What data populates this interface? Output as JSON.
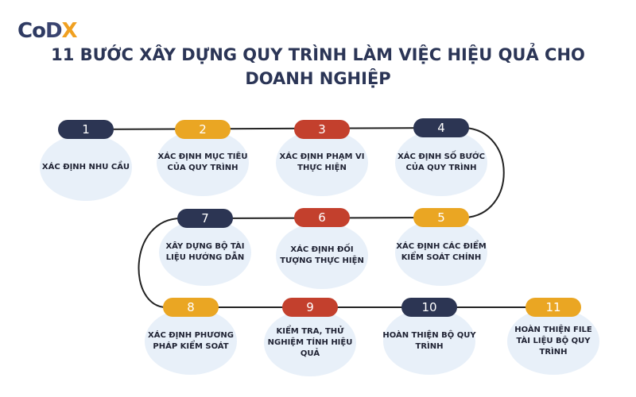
{
  "brand": {
    "logo_part1": "Co",
    "logo_part2": "D",
    "logo_part3": "X"
  },
  "title": {
    "line1": "11 BƯỚC XÂY DỰNG QUY TRÌNH LÀM VIỆC HIỆU QUẢ CHO",
    "line2": "DOANH NGHIỆP"
  },
  "colors": {
    "navy": "#2c3553",
    "amber": "#eaa623",
    "red": "#c3402d",
    "bubble": "#e8f0f9",
    "line": "#222222",
    "title": "#2b3556"
  },
  "steps": [
    {
      "num": "1",
      "color": "navy",
      "text": "XÁC ĐỊNH NHU CẦU"
    },
    {
      "num": "2",
      "color": "amber",
      "text": "XÁC ĐỊNH MỤC TIÊU CỦA QUY TRÌNH"
    },
    {
      "num": "3",
      "color": "red",
      "text": "XÁC ĐỊNH PHẠM VI THỰC HIỆN"
    },
    {
      "num": "4",
      "color": "navy",
      "text": "XÁC ĐỊNH SỐ BƯỚC CỦA QUY TRÌNH"
    },
    {
      "num": "5",
      "color": "amber",
      "text": "XÁC ĐỊNH CÁC ĐIỂM KIỂM SOÁT CHÍNH"
    },
    {
      "num": "6",
      "color": "red",
      "text": "XÁC ĐỊNH ĐỐI TƯỢNG THỰC HIỆN"
    },
    {
      "num": "7",
      "color": "navy",
      "text": "XÂY DỰNG BỘ TÀI LIỆU HƯỚNG DẪN"
    },
    {
      "num": "8",
      "color": "amber",
      "text": "XÁC ĐỊNH PHƯƠNG PHÁP KIỂM SOÁT"
    },
    {
      "num": "9",
      "color": "red",
      "text": "KIỂM TRA, THỬ NGHIỆM TÍNH HIỆU QUẢ"
    },
    {
      "num": "10",
      "color": "navy",
      "text": "HOÀN THIỆN BỘ QUY TRÌNH"
    },
    {
      "num": "11",
      "color": "amber",
      "text": "HOÀN THIỆN FILE TÀI LIỆU BỘ QUY TRÌNH"
    }
  ]
}
